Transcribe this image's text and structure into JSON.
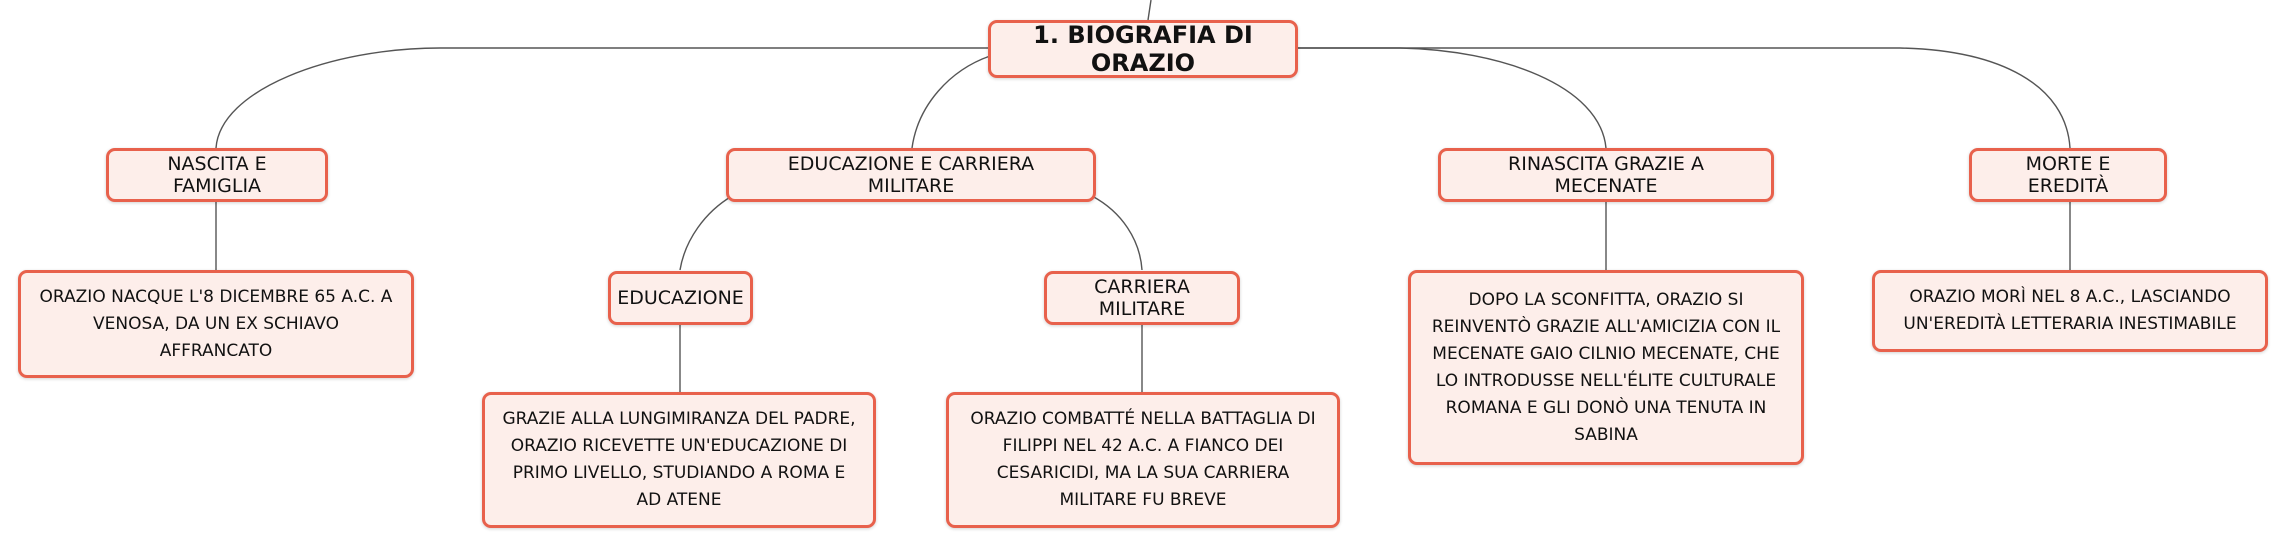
{
  "diagram": {
    "root": {
      "label": "1. BIOGRAFIA DI ORAZIO"
    },
    "branches": {
      "nascita": {
        "label": "NASCITA E FAMIGLIA",
        "detail": "ORAZIO NACQUE L'8 DICEMBRE 65 A.C. A VENOSA, DA UN EX SCHIAVO AFFRANCATO"
      },
      "educazione_carriera": {
        "label": "EDUCAZIONE E CARRIERA MILITARE",
        "educazione": {
          "label": "EDUCAZIONE",
          "detail": "GRAZIE ALLA LUNGIMIRANZA DEL PADRE, ORAZIO RICEVETTE UN'EDUCAZIONE DI PRIMO LIVELLO, STUDIANDO A ROMA E AD ATENE"
        },
        "carriera": {
          "label": "CARRIERA MILITARE",
          "detail": "ORAZIO COMBATTÉ NELLA BATTAGLIA DI FILIPPI NEL 42 A.C. A FIANCO DEI CESARICIDI, MA LA SUA CARRIERA MILITARE FU BREVE"
        }
      },
      "rinascita": {
        "label": "RINASCITA GRAZIE A MECENATE",
        "detail": "DOPO LA SCONFITTA, ORAZIO SI REINVENTÒ GRAZIE ALL'AMICIZIA CON IL MECENATE GAIO CILNIO MECENATE, CHE LO INTRODUSSE NELL'ÉLITE CULTURALE ROMANA E GLI DONÒ UNA TENUTA IN SABINA"
      },
      "morte": {
        "label": "MORTE E EREDITÀ",
        "detail": "ORAZIO MORÌ NEL 8 A.C., LASCIANDO UN'EREDITÀ LETTERARIA INESTIMABILE"
      }
    }
  }
}
